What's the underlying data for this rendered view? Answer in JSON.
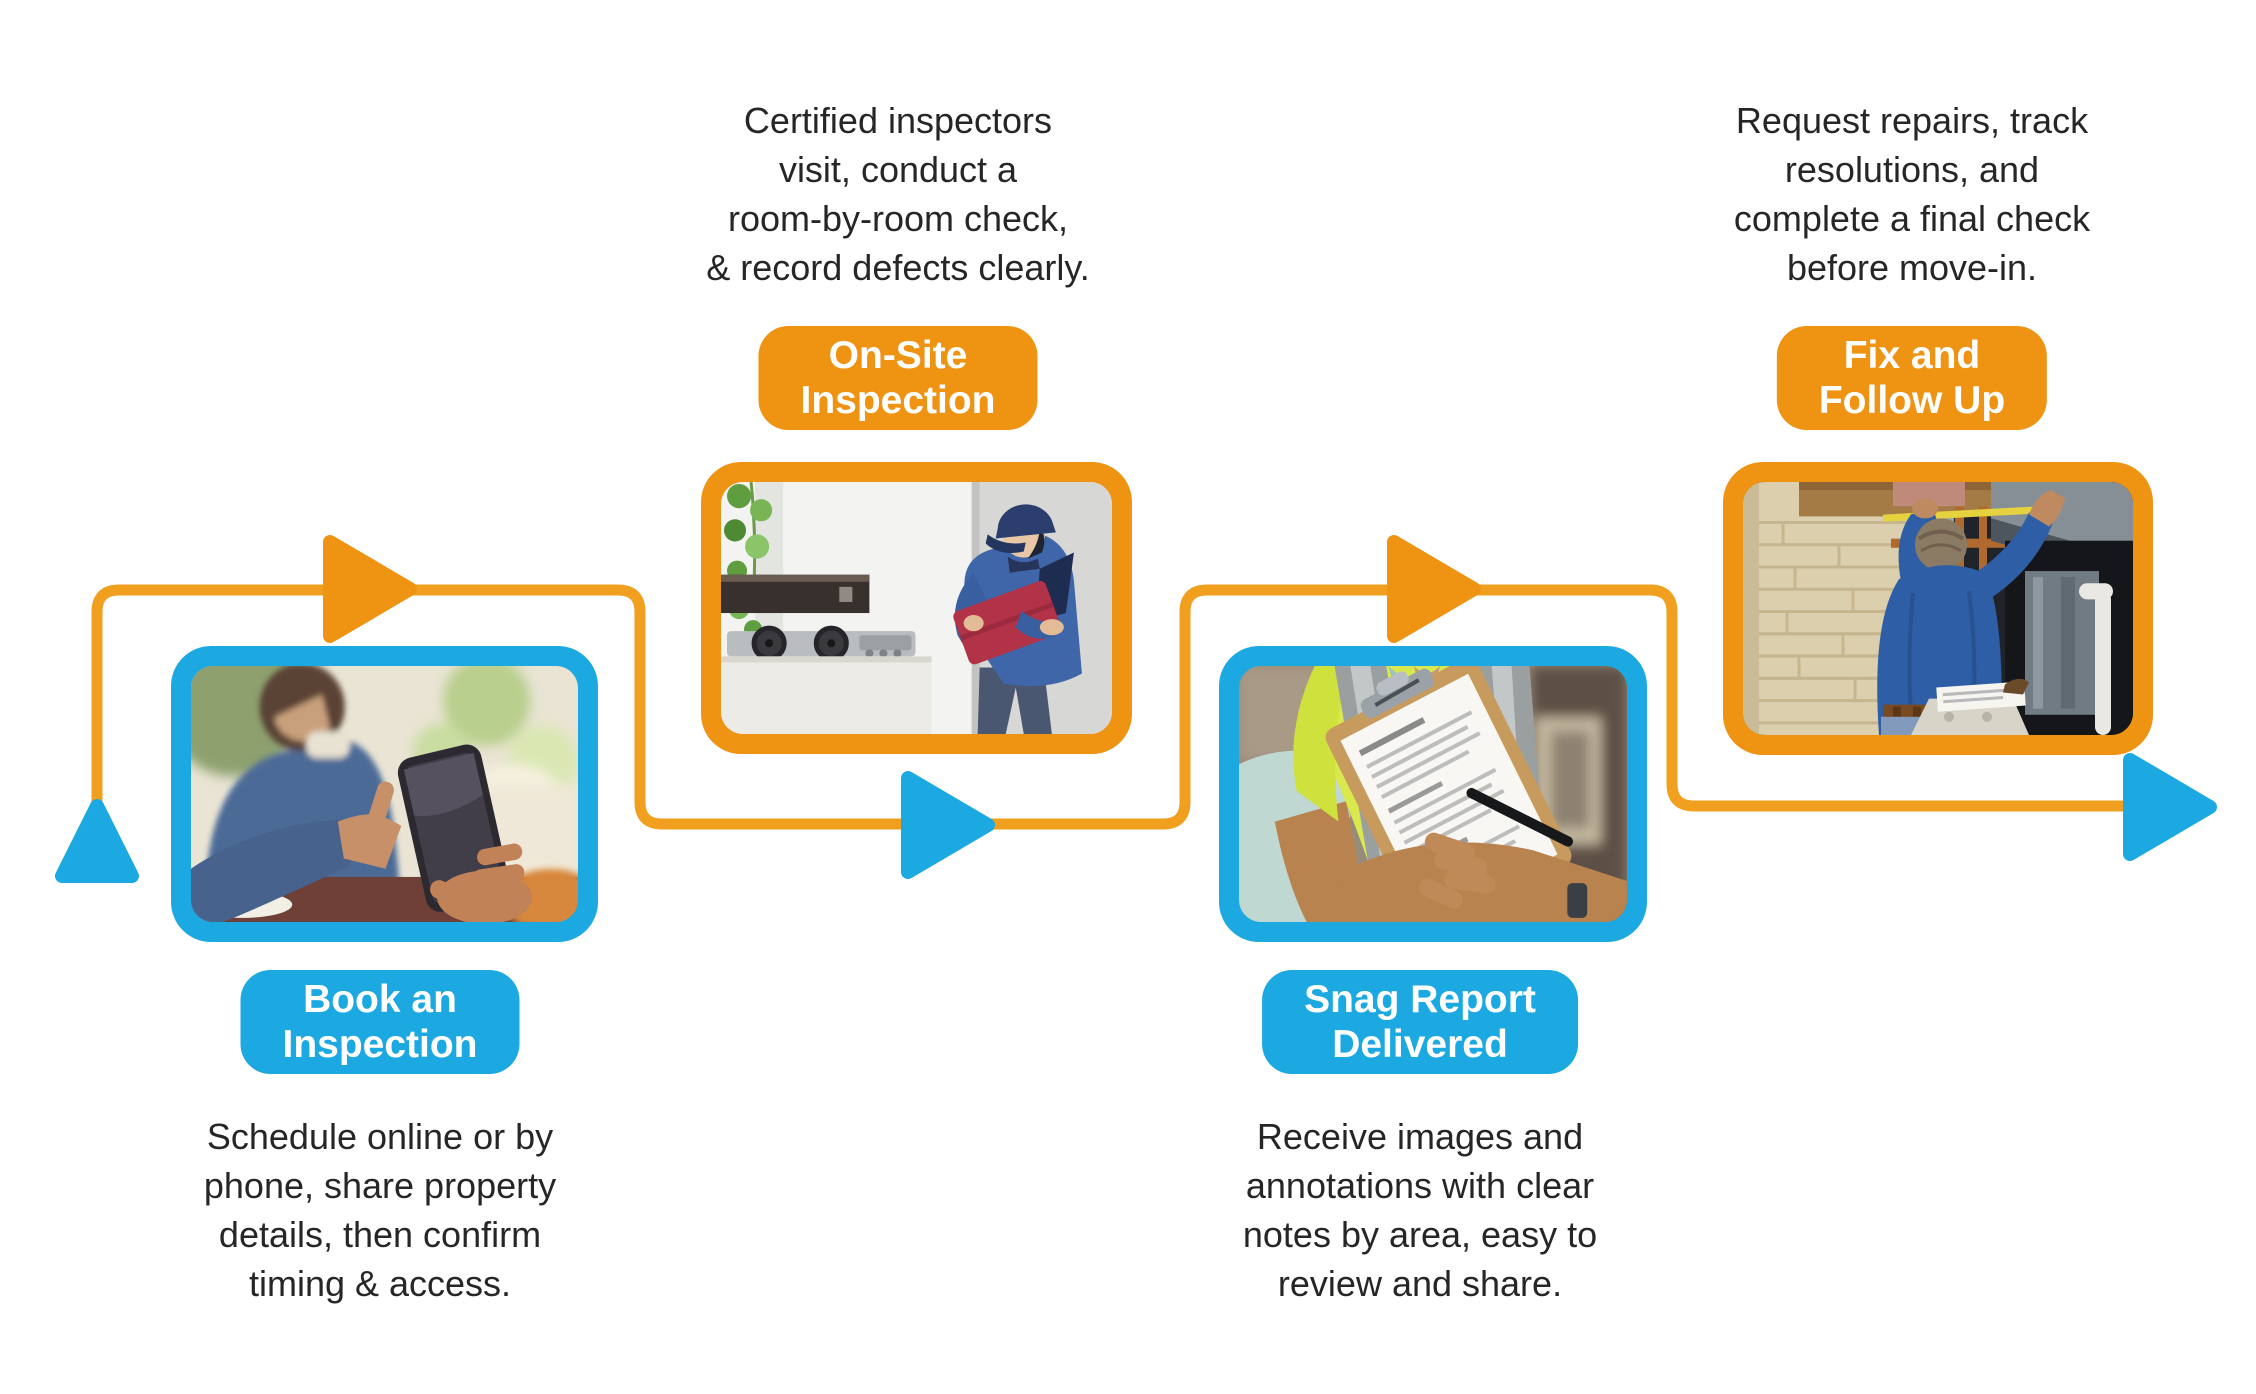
{
  "canvas": {
    "background": "#ffffff"
  },
  "colors": {
    "blue": "#1CA9E2",
    "orange": "#EE9312",
    "line_orange": "#F0A01E",
    "text_dark": "#262626",
    "badge_text": "#FFFFFF"
  },
  "flow": {
    "start_marker": "blue-up-triangle",
    "end_marker": "blue-right-arrow",
    "mid_markers": [
      "orange-right-arrow",
      "blue-right-arrow",
      "orange-right-arrow"
    ]
  },
  "steps": [
    {
      "accent": "blue",
      "badge_lines": [
        "Book an",
        "Inspection"
      ],
      "desc_lines": [
        "Schedule online or by",
        "phone, share property",
        "details, then confirm",
        "timing & access."
      ],
      "photo": "man booking inspection on smartphone at cafe"
    },
    {
      "accent": "orange",
      "badge_lines": [
        "On-Site",
        "Inspection"
      ],
      "desc_lines": [
        "Certified inspectors",
        "visit, conduct a",
        "room-by-room check,",
        "& record defects clearly."
      ],
      "photo": "inspector in blue uniform checking kitchen stove with red clipboard"
    },
    {
      "accent": "blue",
      "badge_lines": [
        "Snag Report",
        "Delivered"
      ],
      "desc_lines": [
        "Receive images and",
        "annotations with clear",
        "notes by area, easy to",
        "review and share."
      ],
      "photo": "worker in hi-vis vest holding snag report checklist clipboard"
    },
    {
      "accent": "orange",
      "badge_lines": [
        "Fix and",
        "Follow Up"
      ],
      "desc_lines": [
        "Request repairs, track",
        "resolutions, and",
        "complete a final check",
        "before move-in."
      ],
      "photo": "technician in blue shirt fixing furnace ducts and pipes"
    }
  ]
}
